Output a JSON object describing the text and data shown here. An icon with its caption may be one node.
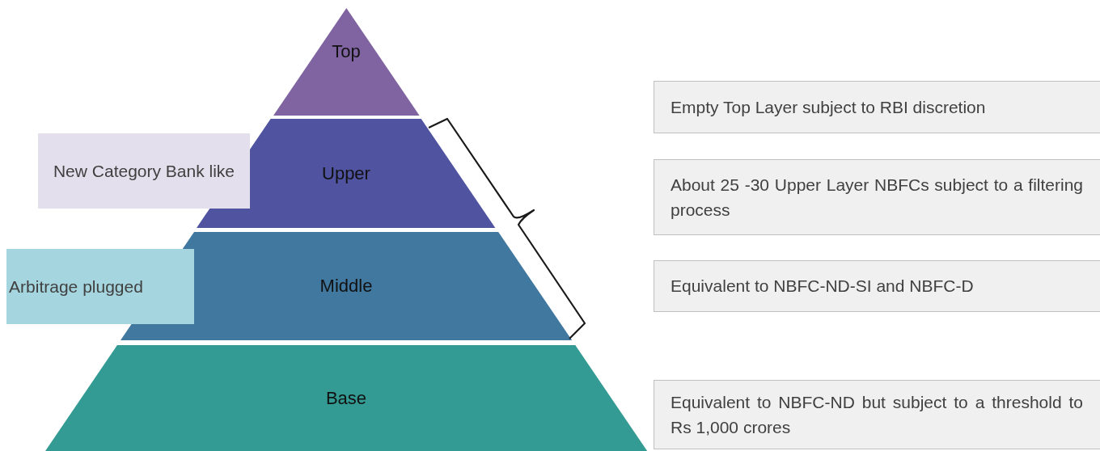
{
  "diagram": {
    "nodes": [
      {
        "text": [
          "Top"
        ]
      },
      {
        "text": [
          "Upper"
        ]
      },
      {
        "text": [
          "Middle"
        ]
      },
      {
        "text": [
          "Base"
        ]
      },
      {
        "text": [
          "New Category Bank like"
        ]
      },
      {
        "text": [
          "Arbitrage plugged"
        ]
      },
      {
        "text": [
          "Empty Top Layer subject to RBI discretion"
        ]
      },
      {
        "text": [
          "About 25 -30 Upper Layer NBFCs subject to a filtering process"
        ]
      },
      {
        "text": [
          "Equivalent to NBFC-ND-SI and NBFC-D"
        ]
      },
      {
        "text": [
          "Equivalent to NBFC-ND but subject to a threshold to Rs 1,000 crores"
        ]
      }
    ]
  }
}
